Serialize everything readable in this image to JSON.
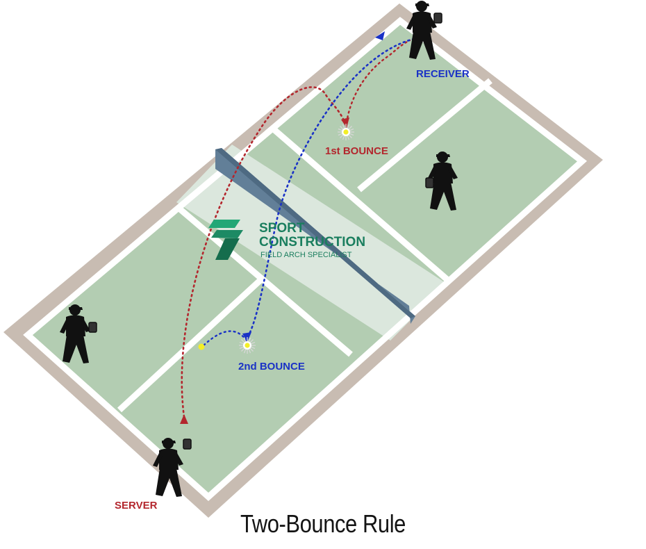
{
  "labels": {
    "receiver": "RECEIVER",
    "server": "SERVER",
    "first_bounce": "1st BOUNCE",
    "second_bounce": "2nd BOUNCE"
  },
  "logo": {
    "line1": "SPORT",
    "line2": "CONSTRUCTION",
    "tagline": "FIELD ARCH SPECIALIST"
  },
  "caption": "Two-Bounce Rule",
  "colors": {
    "court_surround": "#c8bcb2",
    "court_green": "#b3cdb2",
    "kitchen": "#dbe7dd",
    "lines": "#ffffff",
    "net": "#627f98",
    "serve_path": "#b3262d",
    "return_path": "#1a32c6",
    "logo": "#1a7e5e"
  }
}
